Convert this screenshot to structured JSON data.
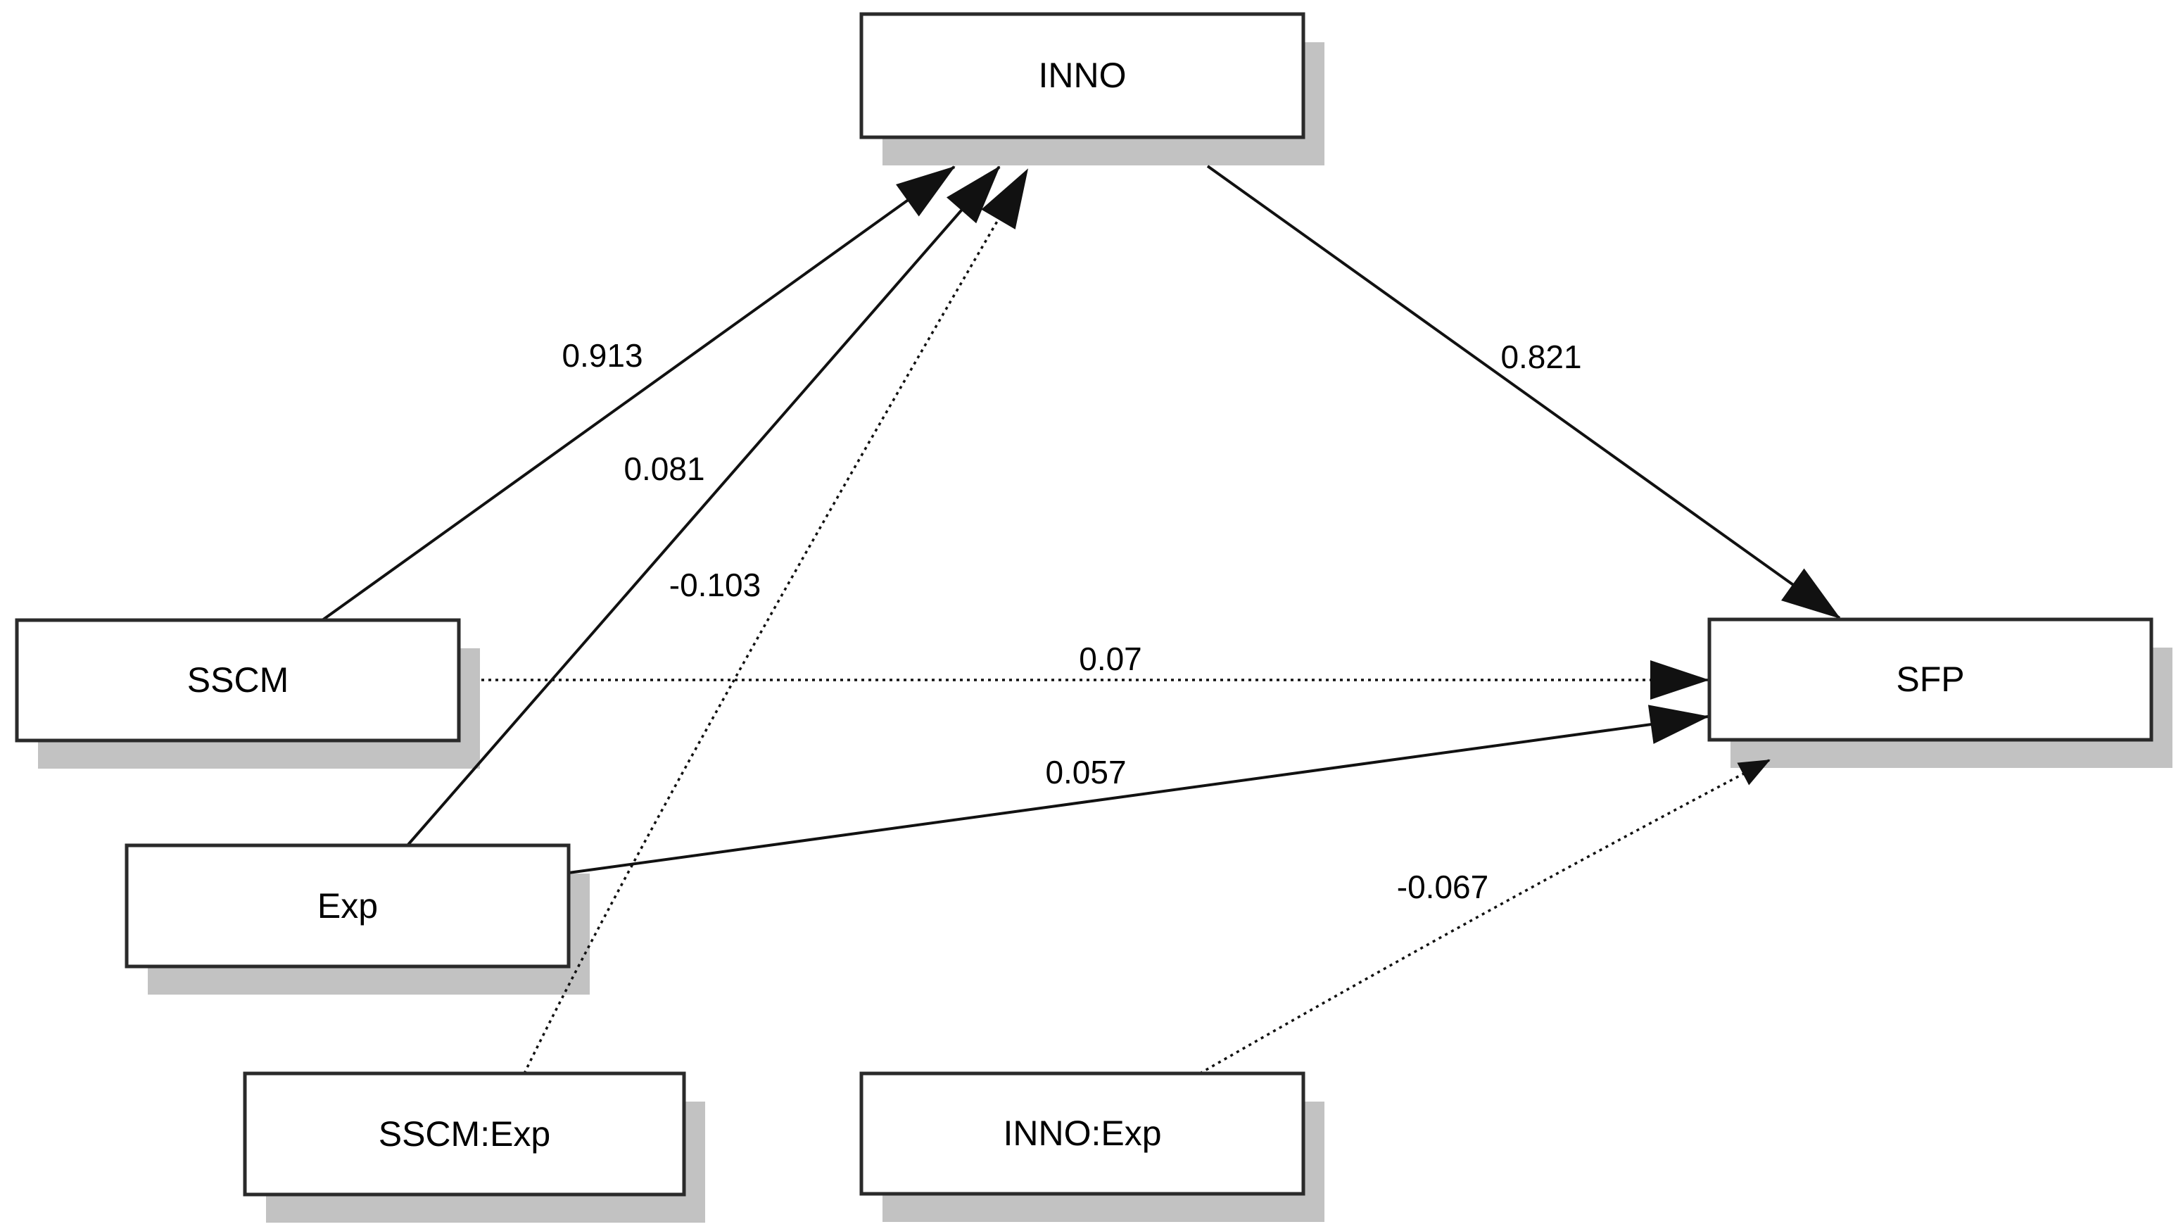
{
  "diagram": {
    "type": "sem-path-diagram",
    "nodes": [
      {
        "id": "INNO",
        "label": "INNO"
      },
      {
        "id": "SSCM",
        "label": "SSCM"
      },
      {
        "id": "Exp",
        "label": "Exp"
      },
      {
        "id": "SSCM:Exp",
        "label": "SSCM:Exp"
      },
      {
        "id": "INNO:Exp",
        "label": "INNO:Exp"
      },
      {
        "id": "SFP",
        "label": "SFP"
      }
    ],
    "edges": [
      {
        "from": "SSCM",
        "to": "INNO",
        "label": "0.913",
        "style": "solid"
      },
      {
        "from": "Exp",
        "to": "INNO",
        "label": "0.081",
        "style": "solid"
      },
      {
        "from": "SSCM:Exp",
        "to": "INNO",
        "label": "-0.103",
        "style": "dotted"
      },
      {
        "from": "SSCM",
        "to": "SFP",
        "label": "0.07",
        "style": "dotted"
      },
      {
        "from": "INNO",
        "to": "SFP",
        "label": "0.821",
        "style": "solid"
      },
      {
        "from": "Exp",
        "to": "SFP",
        "label": "0.057",
        "style": "solid"
      },
      {
        "from": "INNO:Exp",
        "to": "SFP",
        "label": "-0.067",
        "style": "dotted"
      }
    ],
    "colors": {
      "background": "#ffffff",
      "box_fill": "#ffffff",
      "box_border": "#2a2a2a",
      "box_shadow": "#c2c2c2",
      "line": "#111111",
      "text": "#000000"
    }
  }
}
